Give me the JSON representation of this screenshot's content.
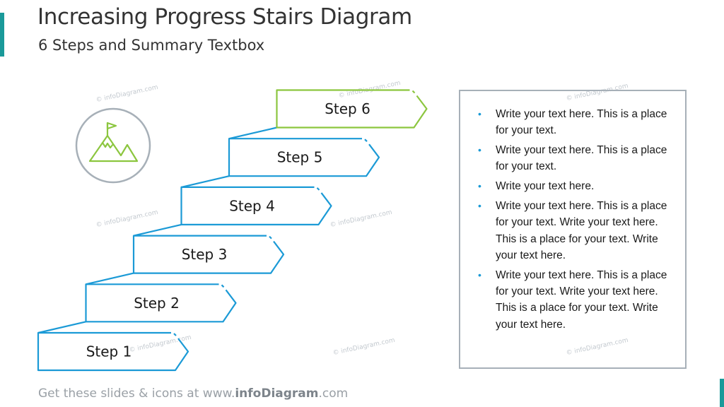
{
  "title": "Increasing Progress Stairs Diagram",
  "subtitle": "6 Steps and Summary Textbox",
  "icon": "mountain-flag-icon",
  "colors": {
    "step_stroke": "#1b9ad6",
    "top_step_stroke": "#8cc63f",
    "icon": "#8cc63f",
    "circle": "#a7b0b8",
    "accent": "#1a9a9a"
  },
  "steps": [
    "Step 1",
    "Step 2",
    "Step 3",
    "Step 4",
    "Step 5",
    "Step 6"
  ],
  "summary": {
    "items": [
      "Write your text here. This is a place for your text.",
      "Write your text here. This is a place for your text.",
      "Write your text here.",
      "Write your text here. This is a place for your text. Write your text here. This is a place for your text. Write your text here.",
      "Write your text here. This is a place for your text. Write your text here. This is a place for your text. Write your text here."
    ]
  },
  "watermark": "© infoDiagram.com",
  "footer": {
    "prefix": "Get these slides & icons at www.",
    "brand": "infoDiagram",
    "suffix": ".com"
  }
}
